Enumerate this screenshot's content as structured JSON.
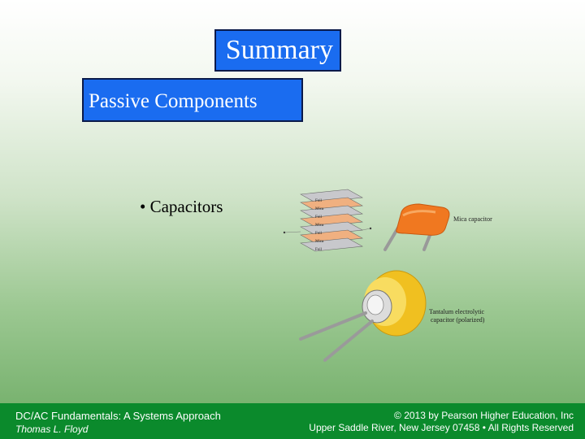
{
  "slide": {
    "title": "Summary",
    "subtitle": "Passive Components",
    "bullet": "• Capacitors"
  },
  "figure": {
    "labels": {
      "mica": "Mica capacitor",
      "tantalum_line1": "Tantalum electrolytic",
      "tantalum_line2": "capacitor (polarized)",
      "foil": "Foil",
      "mica_sheet": "Mica"
    }
  },
  "footer": {
    "left_line1": "DC/AC Fundamentals:  A Systems Approach",
    "left_line2": "Thomas L. Floyd",
    "right_line1": "© 2013 by Pearson Higher Education, Inc",
    "right_line2": "Upper Saddle River, New Jersey 07458 • All Rights Reserved"
  },
  "colors": {
    "title_box": "#1a6cf0",
    "footer_bar": "#0b8a2c",
    "mica_body": "#f07820",
    "tantalum_body": "#f0c020"
  }
}
